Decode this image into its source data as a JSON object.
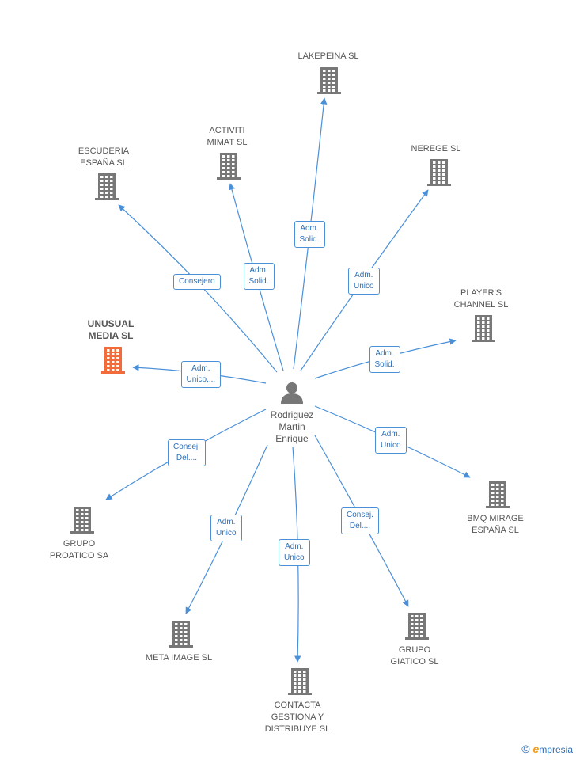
{
  "center": {
    "name_lines": [
      "Rodriguez",
      "Martin",
      "Enrique"
    ]
  },
  "companies": [
    {
      "id": "lakepeina",
      "lines": [
        "LAKEPEINA SL"
      ],
      "highlight": false
    },
    {
      "id": "activiti",
      "lines": [
        "ACTIVITI",
        "MIMAT SL"
      ],
      "highlight": false
    },
    {
      "id": "escuderia",
      "lines": [
        "ESCUDERIA",
        "ESPAÑA SL"
      ],
      "highlight": false
    },
    {
      "id": "nerege",
      "lines": [
        "NEREGE SL"
      ],
      "highlight": false
    },
    {
      "id": "unusual",
      "lines": [
        "UNUSUAL",
        "MEDIA SL"
      ],
      "highlight": true,
      "color": "#f26b3a"
    },
    {
      "id": "players",
      "lines": [
        "PLAYER'S",
        "CHANNEL SL"
      ],
      "highlight": false
    },
    {
      "id": "proatico",
      "lines": [
        "GRUPO",
        "PROATICO SA"
      ],
      "highlight": false
    },
    {
      "id": "bmq",
      "lines": [
        "BMQ MIRAGE",
        "ESPAÑA SL"
      ],
      "highlight": false
    },
    {
      "id": "meta",
      "lines": [
        "META IMAGE SL"
      ],
      "highlight": false
    },
    {
      "id": "contacta",
      "lines": [
        "CONTACTA",
        "GESTIONA Y",
        "DISTRIBUYE SL"
      ],
      "highlight": false
    },
    {
      "id": "giatico",
      "lines": [
        "GRUPO",
        "GIATICO SL"
      ],
      "highlight": false
    }
  ],
  "relations": [
    {
      "target": "lakepeina",
      "lines": [
        "Adm.",
        "Solid."
      ]
    },
    {
      "target": "activiti",
      "lines": [
        "Adm.",
        "Solid."
      ]
    },
    {
      "target": "escuderia",
      "lines": [
        "Consejero"
      ]
    },
    {
      "target": "nerege",
      "lines": [
        "Adm.",
        "Unico"
      ]
    },
    {
      "target": "unusual",
      "lines": [
        "Adm.",
        "Unico,..."
      ]
    },
    {
      "target": "players",
      "lines": [
        "Adm.",
        "Solid."
      ]
    },
    {
      "target": "proatico",
      "lines": [
        "Consej.",
        "Del...."
      ]
    },
    {
      "target": "bmq",
      "lines": [
        "Adm.",
        "Unico"
      ]
    },
    {
      "target": "meta",
      "lines": [
        "Adm.",
        "Unico"
      ]
    },
    {
      "target": "contacta",
      "lines": [
        "Adm.",
        "Unico"
      ]
    },
    {
      "target": "giatico",
      "lines": [
        "Consej.",
        "Del...."
      ]
    }
  ],
  "colors": {
    "edge": "#4a90d9",
    "building": "#777777",
    "highlight": "#f26b3a"
  },
  "icons": {
    "company": "building-icon",
    "person": "person-icon"
  },
  "footer": {
    "copyright": "©",
    "brand_initial": "e",
    "brand_rest": "mpresia"
  }
}
